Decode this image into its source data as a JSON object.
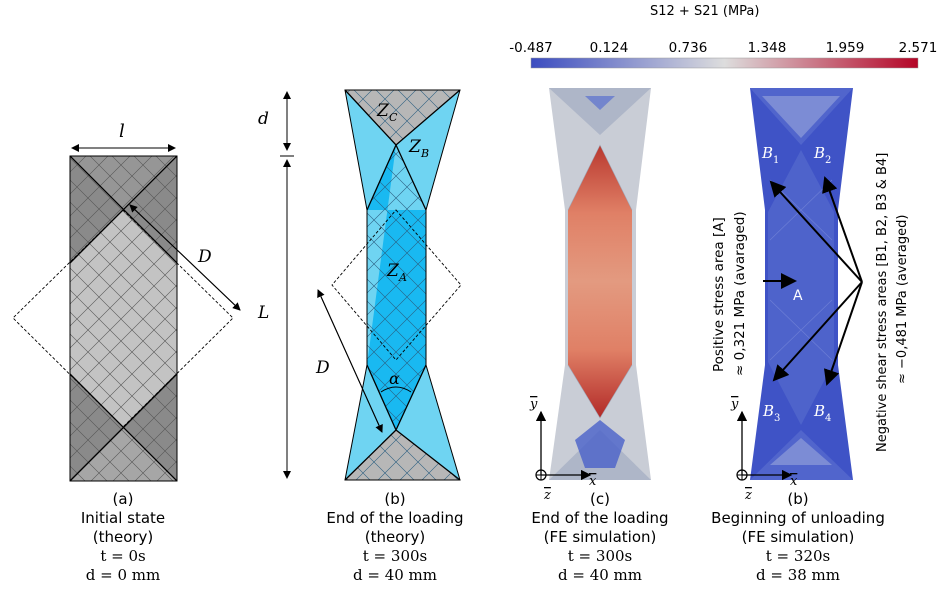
{
  "colorbar": {
    "title": "S12 + S21  (MPa)",
    "ticks": [
      "-0.487",
      "0.124",
      "0.736",
      "1.348",
      "1.959",
      "2.571"
    ],
    "colors": [
      "#3b4cc0",
      "#dddddd",
      "#b40426"
    ]
  },
  "labels": {
    "l": "l",
    "D": "D",
    "d": "d",
    "L": "L",
    "ZC": "Z",
    "ZC_sub": "C",
    "ZB": "Z",
    "ZB_sub": "B",
    "ZA": "Z",
    "ZA_sub": "A",
    "alpha": "α",
    "A": "A",
    "B1": "B",
    "B1_sub": "1",
    "B2": "B",
    "B2_sub": "2",
    "B3": "B",
    "B3_sub": "3",
    "B4": "B",
    "B4_sub": "4",
    "axis_y": "y",
    "axis_x": "x",
    "axis_z": "z",
    "positive_line1": "Positive stress area [A]",
    "positive_line2": "≈ 0,321 MPa (avaraged)",
    "negative_line1": "Negative shear stress areas [B1, B2, B3 & B4]",
    "negative_line2": "≈ −0,481 MPa (averaged)"
  },
  "captions": [
    {
      "id": "a",
      "letter": "(a)",
      "line1": "Initial state",
      "line2": "(theory)",
      "t": "t = 0s",
      "d": "d = 0 mm"
    },
    {
      "id": "b",
      "letter": "(b)",
      "line1": "End of the loading",
      "line2": "(theory)",
      "t": "t = 300s",
      "d": "d = 40 mm"
    },
    {
      "id": "c",
      "letter": "(c)",
      "line1": "End of the loading",
      "line2": "(FE simulation)",
      "t": "t = 300s",
      "d": "d = 40 mm"
    },
    {
      "id": "d",
      "letter": "(b)",
      "line1": "Beginning of unloading",
      "line2": "(FE simulation)",
      "t": "t = 320s",
      "d": "d = 38 mm"
    }
  ]
}
